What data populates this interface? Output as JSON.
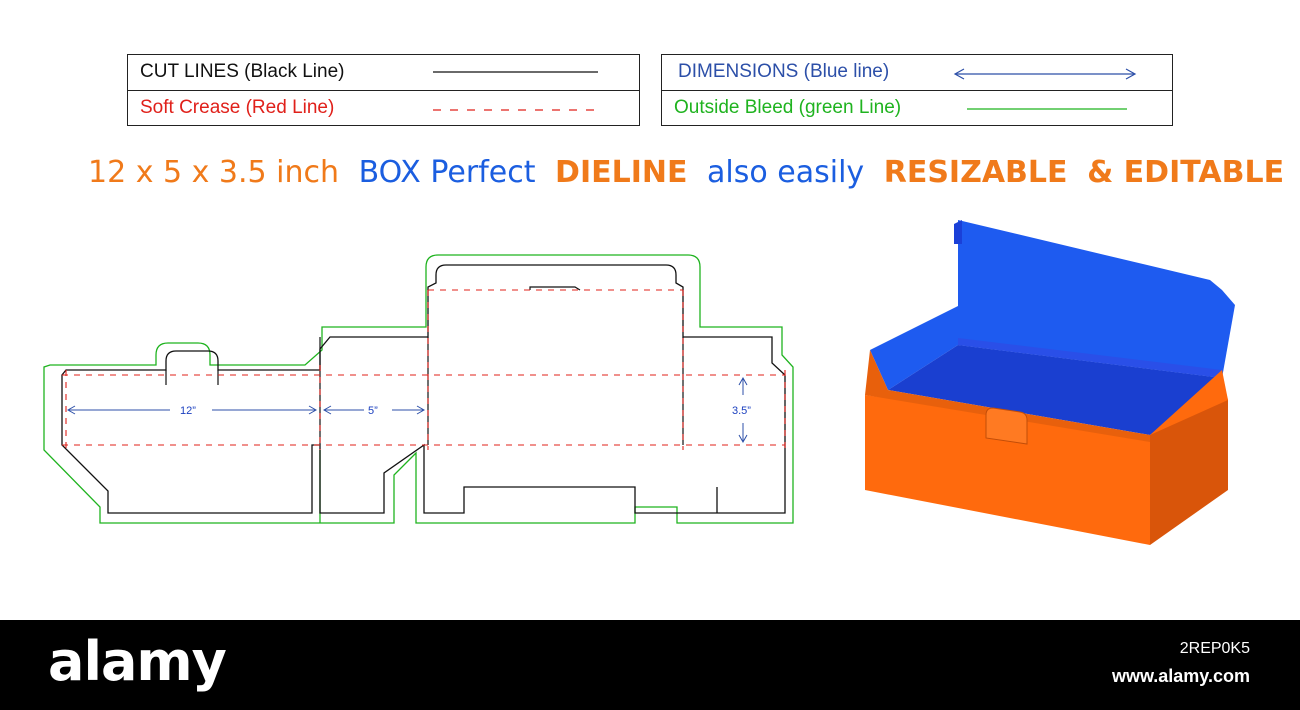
{
  "legend": {
    "left_table": {
      "rows": [
        {
          "label": "CUT LINES (Black Line)",
          "color": "#111111",
          "style": "solid"
        },
        {
          "label": "Soft Crease (Red Line)",
          "color": "#e0201a",
          "style": "dashed"
        }
      ]
    },
    "right_table": {
      "rows": [
        {
          "label": "DIMENSIONS (Blue line)",
          "color": "#2c4fa8",
          "style": "arrow"
        },
        {
          "label": "Outside Bleed (green Line)",
          "color": "#1fb31f",
          "style": "solid"
        }
      ]
    }
  },
  "headline": {
    "parts": [
      {
        "text": "12 x 5 x 3.5 inch",
        "color": "#f07a1a",
        "bold": false
      },
      {
        "text": "BOX Perfect",
        "color": "#1b5ee0",
        "bold": false
      },
      {
        "text": "DIELINE",
        "color": "#f07a1a",
        "bold": true
      },
      {
        "text": "also easily",
        "color": "#1b5ee0",
        "bold": false
      },
      {
        "text": "RESIZABLE",
        "color": "#f07a1a",
        "bold": true
      },
      {
        "text": "& EDITABLE",
        "color": "#f07a1a",
        "bold": true
      }
    ]
  },
  "dieline": {
    "dimensions": {
      "length": "12”",
      "width": "5”",
      "height": "3.5”"
    },
    "colors": {
      "cut": "#111111",
      "crease": "#e0201a",
      "bleed": "#1fb31f",
      "dimension": "#2c4fa8"
    }
  },
  "box_render": {
    "colors": {
      "outer": "#ff6a0d",
      "outer_shade": "#d9550a",
      "inner": "#1e5bf0",
      "inner_dark": "#1a40d8"
    }
  },
  "footer": {
    "brand": "alamy",
    "image_id": "2REP0K5",
    "site": "www.alamy.com"
  }
}
